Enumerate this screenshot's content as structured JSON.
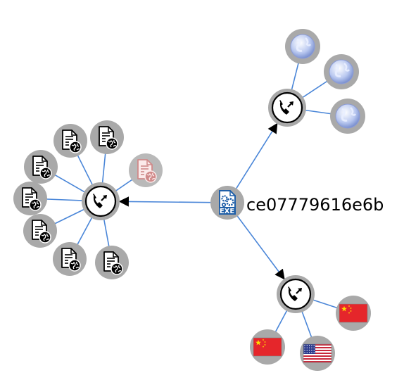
{
  "graph": {
    "root": {
      "label": "ce07779616e6b",
      "icon": "exe-file-icon",
      "badge_text": "EXE",
      "color": "#1f5fa8"
    },
    "edge_color": "#4a86d8",
    "hubs": [
      {
        "id": "hub-top-right",
        "icon": "phone-callback-icon",
        "leaves": [
          {
            "icon": "globe-icon"
          },
          {
            "icon": "globe-icon"
          },
          {
            "icon": "globe-icon"
          }
        ]
      },
      {
        "id": "hub-left",
        "icon": "phone-callback-icon",
        "leaves": [
          {
            "icon": "web-document-icon"
          },
          {
            "icon": "web-document-icon"
          },
          {
            "icon": "web-document-icon",
            "highlighted": true
          },
          {
            "icon": "web-document-icon"
          },
          {
            "icon": "web-document-icon"
          },
          {
            "icon": "web-document-icon"
          },
          {
            "icon": "web-document-icon"
          },
          {
            "icon": "web-document-icon"
          }
        ]
      },
      {
        "id": "hub-bottom-right",
        "icon": "phone-callback-icon",
        "leaves": [
          {
            "icon": "china-flag-icon"
          },
          {
            "icon": "china-flag-icon"
          },
          {
            "icon": "usa-flag-icon"
          }
        ]
      }
    ]
  }
}
